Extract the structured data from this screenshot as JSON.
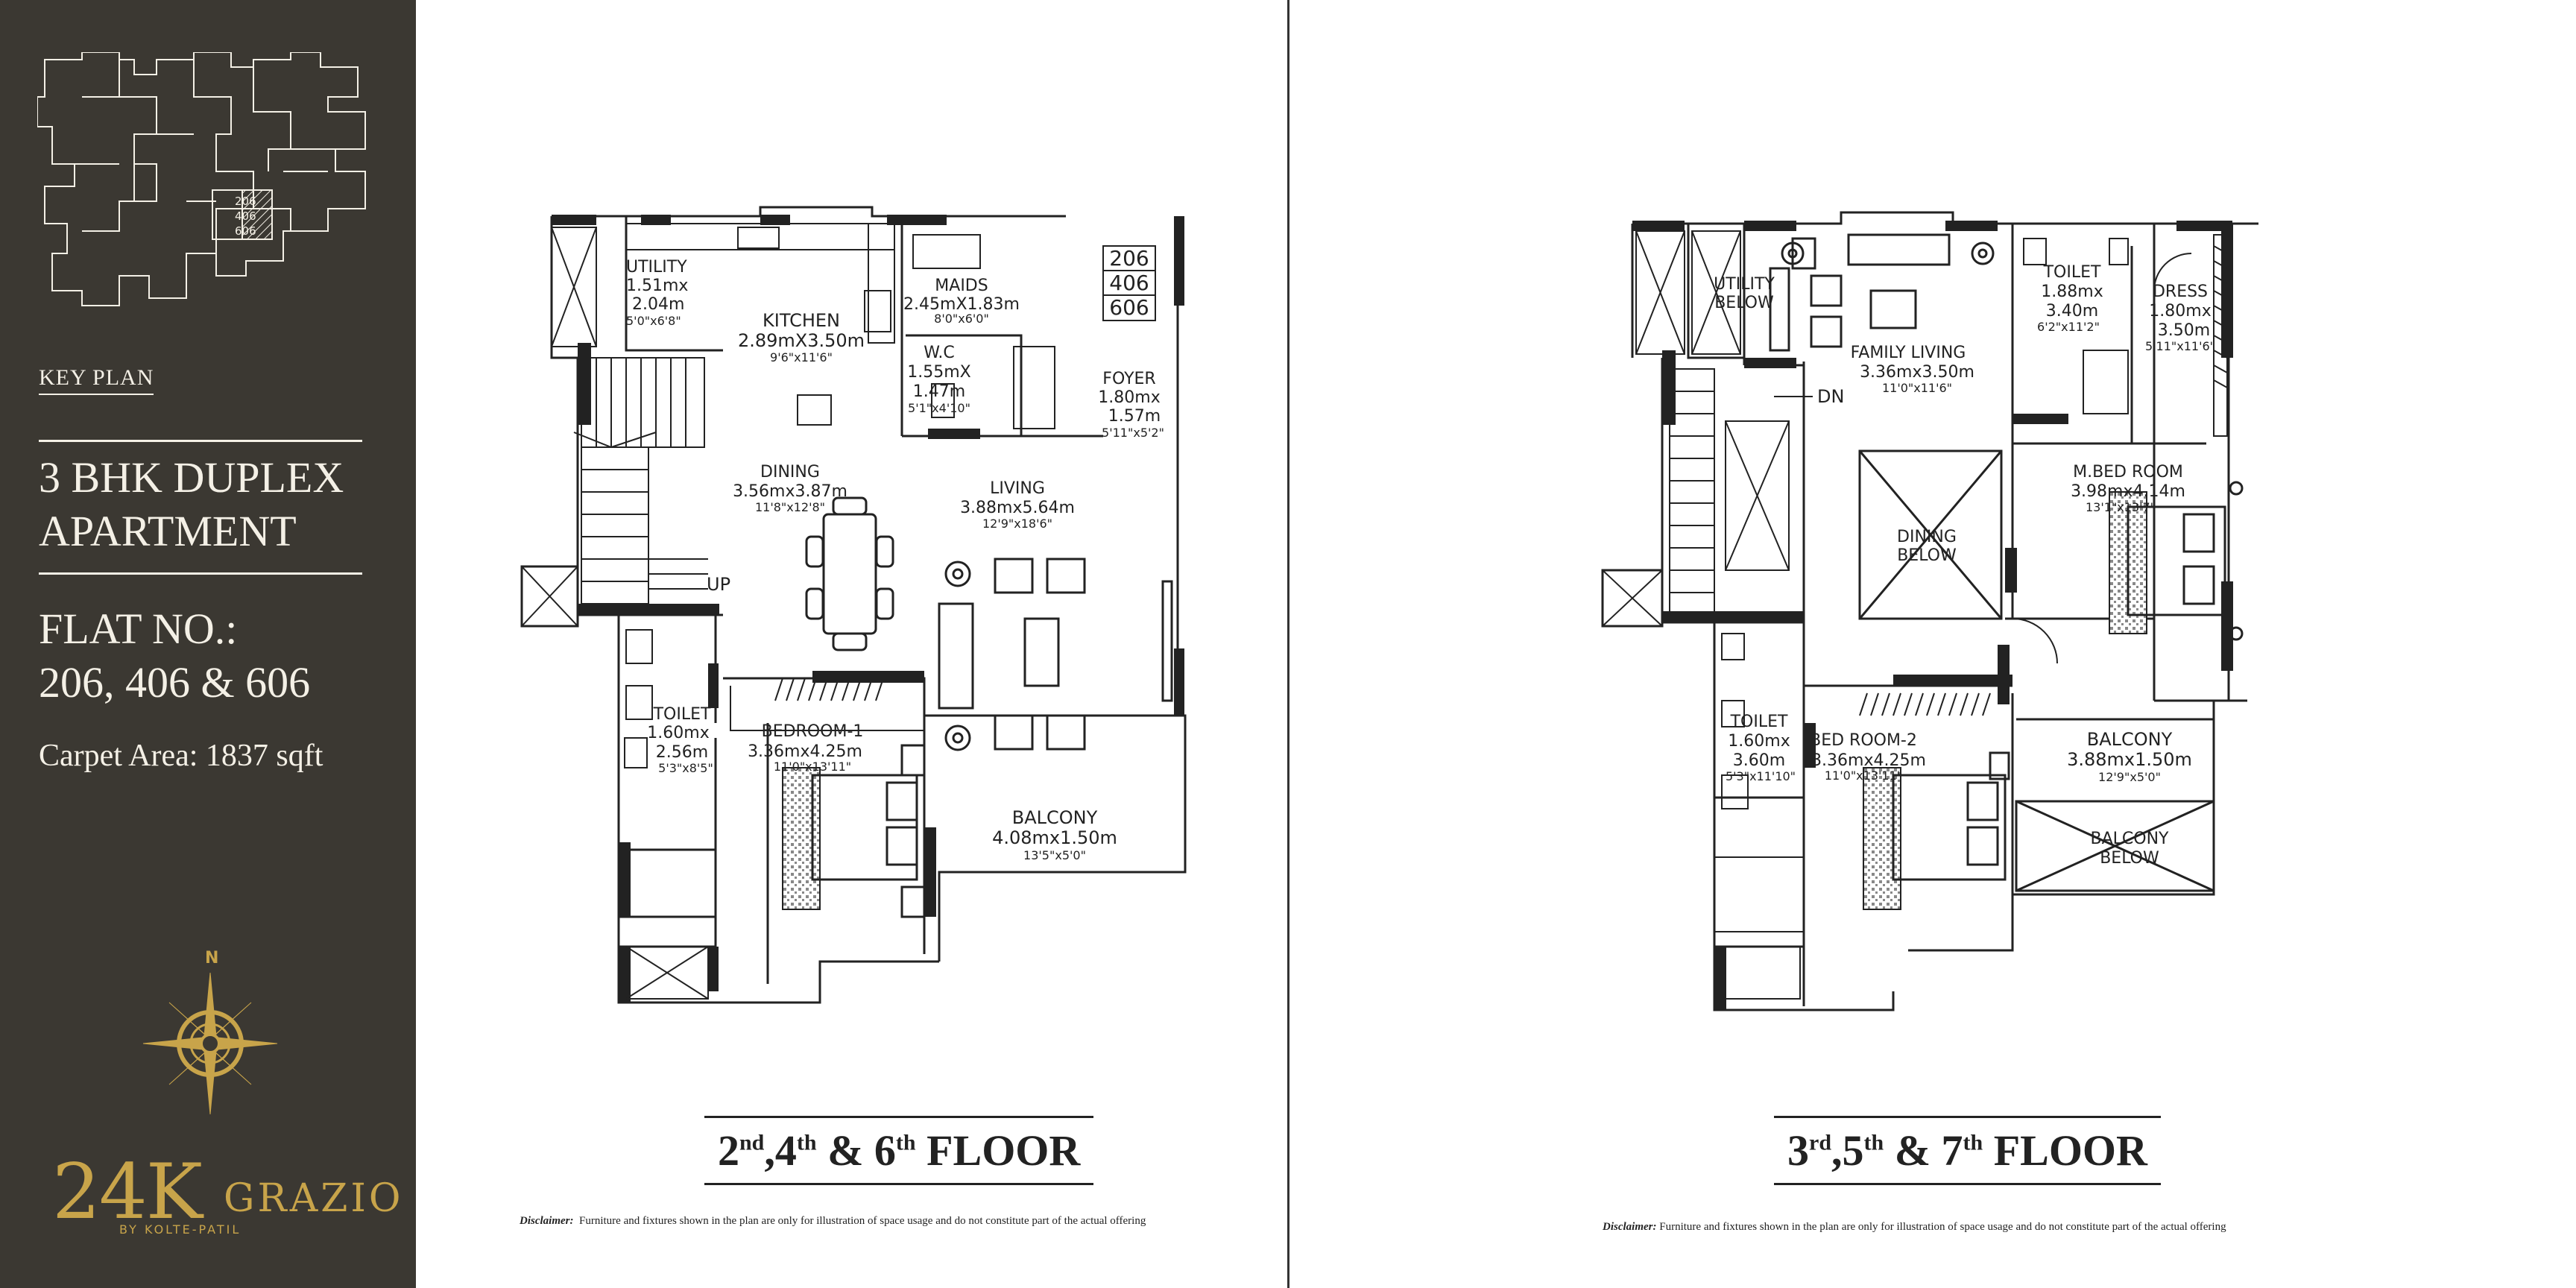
{
  "sidebar": {
    "keyplan_units": [
      "206",
      "406",
      "606"
    ],
    "keyplan_label": "KEY PLAN",
    "apartment_type_line1": "3 BHK DUPLEX",
    "apartment_type_line2": "APARTMENT",
    "flat_label": "FLAT NO.:",
    "flat_numbers": "206, 406 & 606",
    "carpet_area": "Carpet Area: 1837 sqft",
    "compass_letter": "N",
    "logo_number": "24K",
    "logo_name": "GRAZIO",
    "logo_by": "BY KOLTE-PATIL",
    "accent_color": "#c8a44a",
    "panel_color": "#3b3832"
  },
  "lower_plan": {
    "unit_tags": [
      "206",
      "406",
      "606"
    ],
    "rooms": {
      "utility": {
        "name": "UTILITY",
        "metric_a": "1.51mx",
        "metric_b": "2.04m",
        "imperial": "5'0\"x6'8\""
      },
      "kitchen": {
        "name": "KITCHEN",
        "metric": "2.89mX3.50m",
        "imperial": "9'6\"x11'6\""
      },
      "maids": {
        "name": "MAIDS",
        "metric": "2.45mX1.83m",
        "imperial": "8'0\"x6'0\""
      },
      "wc": {
        "name": "W.C",
        "metric_a": "1.55mX",
        "metric_b": "1.47m",
        "imperial": "5'1\"x4'10\""
      },
      "foyer": {
        "name": "FOYER",
        "metric_a": "1.80mx",
        "metric_b": "1.57m",
        "imperial": "5'11\"x5'2\""
      },
      "dining": {
        "name": "DINING",
        "metric": "3.56mx3.87m",
        "imperial": "11'8\"x12'8\""
      },
      "living": {
        "name": "LIVING",
        "metric": "3.88mx5.64m",
        "imperial": "12'9\"x18'6\""
      },
      "toilet": {
        "name": "TOILET",
        "metric_a": "1.60mx",
        "metric_b": "2.56m",
        "imperial": "5'3\"x8'5\""
      },
      "bedroom1": {
        "name": "BEDROOM-1",
        "metric": "3.36mx4.25m",
        "imperial": "11'0\"x13'11\""
      },
      "balcony": {
        "name": "BALCONY",
        "metric": "4.08mx1.50m",
        "imperial": "13'5\"x5'0\""
      }
    },
    "stair_label": "UP",
    "title_parts": [
      "2",
      "nd",
      ",4",
      "th",
      "& 6",
      "th",
      "FLOOR"
    ],
    "disclaimer_label": "Disclaimer:",
    "disclaimer_text": "Furniture and fixtures shown in the plan are only for illustration of space usage and do not constitute part of the actual offering"
  },
  "upper_plan": {
    "rooms": {
      "utility_below": {
        "name_a": "UTILITY",
        "name_b": "BELOW"
      },
      "family_living": {
        "name": "FAMILY LIVING",
        "metric": "3.36mx3.50m",
        "imperial": "11'0\"x11'6\""
      },
      "toilet_top": {
        "name": "TOILET",
        "metric_a": "1.88mx",
        "metric_b": "3.40m",
        "imperial": "6'2\"x11'2\""
      },
      "dress": {
        "name": "DRESS",
        "metric_a": "1.80mx",
        "metric_b": "3.50m",
        "imperial": "5'11\"x11'6\""
      },
      "dining_below": {
        "name_a": "DINING",
        "name_b": "BELOW"
      },
      "m_bedroom": {
        "name": "M.BED ROOM",
        "metric": "3.98mx4.14m",
        "imperial": "13'1\"x13'7\""
      },
      "toilet_bottom": {
        "name": "TOILET",
        "metric_a": "1.60mx",
        "metric_b": "3.60m",
        "imperial": "5'3\"x11'10\""
      },
      "bedroom2": {
        "name": "BED ROOM-2",
        "metric": "3.36mx4.25m",
        "imperial": "11'0\"x13'11\""
      },
      "balcony": {
        "name": "BALCONY",
        "metric": "3.88mx1.50m",
        "imperial": "12'9\"x5'0\""
      },
      "balcony_below": {
        "name_a": "BALCONY",
        "name_b": "BELOW"
      }
    },
    "stair_label": "DN",
    "title_parts": [
      "3",
      "rd",
      ",5",
      "th",
      "& 7",
      "th",
      "FLOOR"
    ],
    "disclaimer_label": "Disclaimer:",
    "disclaimer_text": "Furniture and fixtures shown in the plan are only for illustration of space usage and do not constitute part of the actual offering"
  }
}
